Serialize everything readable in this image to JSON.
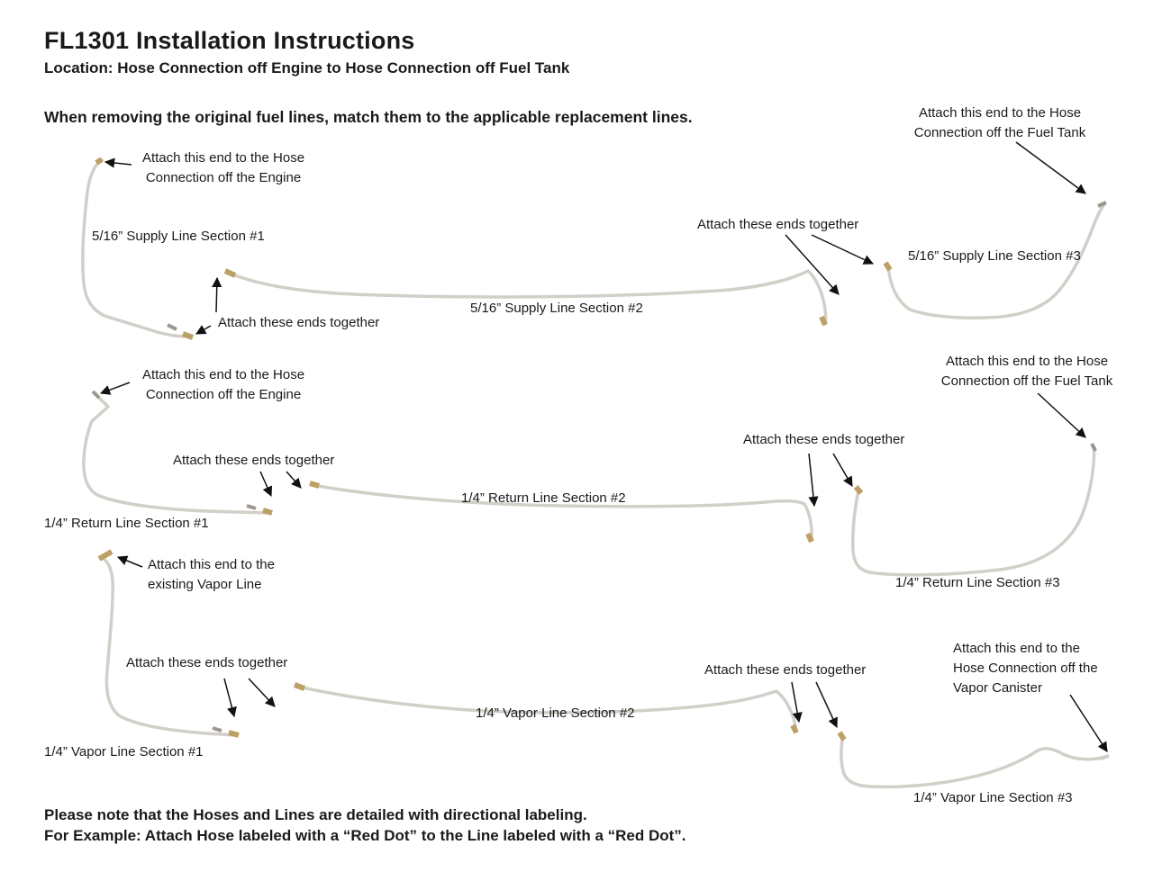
{
  "header": {
    "title": "FL1301 Installation Instructions",
    "subtitle": "Location: Hose Connection off Engine to Hose Connection off Fuel Tank",
    "instruction": "When removing the original fuel lines, match them to the applicable replacement lines."
  },
  "supply": {
    "engine_note": "Attach this end to the Hose\nConnection off the Engine",
    "section1": "5/16” Supply Line Section #1",
    "join12": "Attach these ends together",
    "section2": "5/16” Supply Line Section #2",
    "join23": "Attach these ends together",
    "section3": "5/16” Supply Line Section #3",
    "tank_note": "Attach this end to the Hose\nConnection off the Fuel Tank"
  },
  "return": {
    "engine_note": "Attach this end to the Hose\nConnection off the Engine",
    "join12": "Attach these ends together",
    "section1": "1/4” Return Line Section #1",
    "section2": "1/4” Return Line Section #2",
    "join23": "Attach these ends together",
    "section3": "1/4” Return Line Section #3",
    "tank_note": "Attach this end to the Hose\nConnection off the Fuel Tank"
  },
  "vapor": {
    "existing_note": "Attach this end to the\nexisting Vapor Line",
    "join12": "Attach these ends together",
    "section1": "1/4” Vapor Line Section #1",
    "section2": "1/4” Vapor Line Section #2",
    "join23": "Attach these ends together",
    "section3": "1/4” Vapor Line Section #3",
    "canister_note": "Attach this end to the\nHose Connection off the\nVapor Canister"
  },
  "footer": {
    "note1": "Please note that the Hoses and Lines are detailed with directional labeling.",
    "note2": "For Example: Attach Hose labeled with a “Red Dot” to the Line labeled with a “Red Dot”."
  },
  "colors": {
    "line": "#d2cfc8",
    "fitting_brass": "#bda066",
    "fitting_gray": "#9b978e",
    "arrow": "#111111"
  }
}
